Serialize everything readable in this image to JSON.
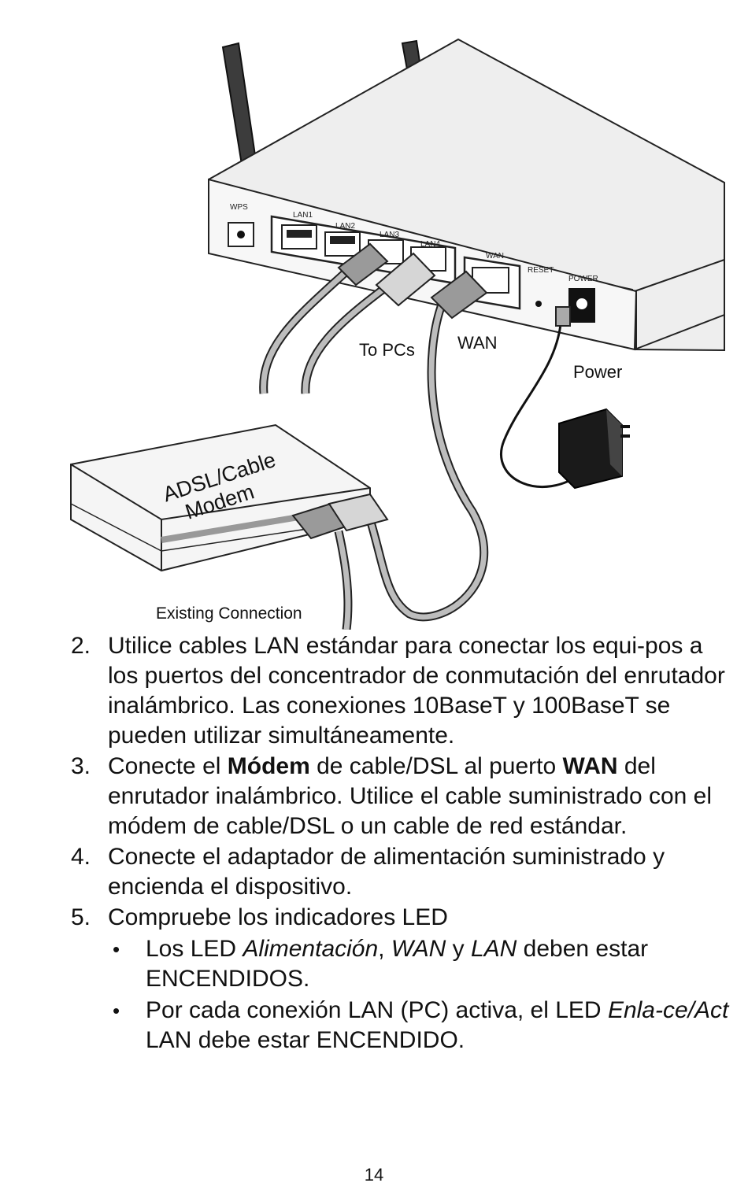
{
  "figure": {
    "router_ports": {
      "wps": "WPS",
      "lan1": "LAN1",
      "lan2": "LAN2",
      "lan3": "LAN3",
      "lan4": "LAN4",
      "wan": "WAN",
      "reset": "RESET",
      "power": "POWER"
    },
    "callouts": {
      "to_pcs": "To PCs",
      "wan": "WAN",
      "power": "Power",
      "modem_line1": "ADSL/Cable",
      "modem_line2": "Modem",
      "existing_connection": "Existing Connection"
    }
  },
  "steps": [
    {
      "num": "2.",
      "parts": [
        {
          "t": "Utilice cables LAN estándar para conectar los equi-pos a los puertos del concentrador de conmutación del enrutador inalámbrico. Las conexiones 10BaseT y 100BaseT se pueden utilizar simultáneamente.",
          "s": ""
        }
      ]
    },
    {
      "num": "3.",
      "parts": [
        {
          "t": "Conecte el ",
          "s": ""
        },
        {
          "t": "Módem",
          "s": "b"
        },
        {
          "t": " de cable/DSL al puerto ",
          "s": ""
        },
        {
          "t": "WAN",
          "s": "b"
        },
        {
          "t": " del enrutador inalámbrico. Utilice el cable suministrado con el módem de cable/DSL o un cable de red estándar.",
          "s": ""
        }
      ]
    },
    {
      "num": "4.",
      "parts": [
        {
          "t": "Conecte el adaptador de alimentación suministrado y encienda el dispositivo.",
          "s": ""
        }
      ]
    },
    {
      "num": "5.",
      "parts": [
        {
          "t": "Compruebe los indicadores LED",
          "s": ""
        }
      ],
      "bullets": [
        [
          {
            "t": "Los LED ",
            "s": ""
          },
          {
            "t": "Alimentación",
            "s": "i"
          },
          {
            "t": ", ",
            "s": ""
          },
          {
            "t": "WAN",
            "s": "i"
          },
          {
            "t": " y ",
            "s": ""
          },
          {
            "t": "LAN",
            "s": "i"
          },
          {
            "t": " deben estar ENCENDIDOS.",
            "s": ""
          }
        ],
        [
          {
            "t": "Por cada conexión LAN (PC) activa, el LED ",
            "s": ""
          },
          {
            "t": "Enla-ce/Act",
            "s": "i"
          },
          {
            "t": " LAN debe estar ENCENDIDO.",
            "s": ""
          }
        ]
      ]
    }
  ],
  "bullet_glyph": "•",
  "page_number": "14"
}
